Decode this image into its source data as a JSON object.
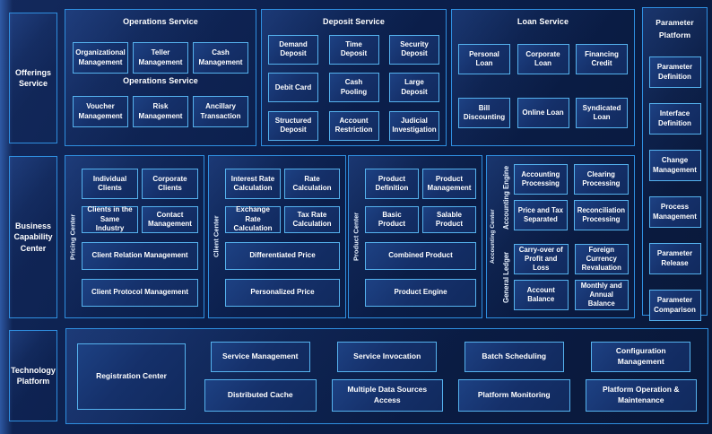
{
  "colors": {
    "background": "#0b1f4c",
    "panel_border": "#2f8fe0",
    "box_border": "#55b2ee",
    "box_fill": "#15306a",
    "text": "#ffffff"
  },
  "left_rail": {
    "offerings": "Offerings Service",
    "business": "Business Capability Center",
    "technology": "Technology Platform"
  },
  "operations": {
    "title": "Operations Service",
    "subtitle": "Operations Service",
    "row1": [
      "Organizational Management",
      "Teller Management",
      "Cash Management"
    ],
    "row2": [
      "Voucher Management",
      "Risk Management",
      "Ancillary Transaction"
    ]
  },
  "deposit": {
    "title": "Deposit Service",
    "rows": [
      [
        "Demand Deposit",
        "Time Deposit",
        "Security Deposit"
      ],
      [
        "Debit Card",
        "Cash Pooling",
        "Large Deposit"
      ],
      [
        "Structured Deposit",
        "Account Restriction",
        "Judicial Investigation"
      ]
    ]
  },
  "loan": {
    "title": "Loan Service",
    "rows": [
      [
        "Personal Loan",
        "Corporate Loan",
        "Financing Credit"
      ],
      [
        "Bill Discounting",
        "Online Loan",
        "Syndicated Loan"
      ]
    ]
  },
  "parameter_platform": {
    "title": "Parameter Platform",
    "items": [
      "Parameter Definition",
      "Interface Definition",
      "Change Management",
      "Process Management",
      "Parameter Release",
      "Parameter Comparison"
    ]
  },
  "pricing_center": {
    "label": "Pricing Center",
    "small": [
      "Individual Clients",
      "Corporate Clients",
      "Clients in the Same Industry",
      "Contact Management"
    ],
    "wide": [
      "Client Relation Management",
      "Client Protocol Management"
    ]
  },
  "client_center": {
    "label": "Client Center",
    "small": [
      "Interest Rate Calculation",
      "Rate Calculation",
      "Exchange Rate Calculation",
      "Tax Rate Calculation"
    ],
    "wide": [
      "Differentiated Price",
      "Personalized Price"
    ]
  },
  "product_center": {
    "label": "Product Center",
    "small": [
      "Product Definition",
      "Product Management",
      "Basic Product",
      "Salable Product"
    ],
    "wide": [
      "Combined Product",
      "Product Engine"
    ]
  },
  "accounting_center": {
    "label": "Accounting Center",
    "groups": [
      {
        "label": "Accounting Engine",
        "boxes": [
          "Accounting Processing",
          "Clearing Processing",
          "Price and Tax Separated",
          "Reconciliation Processing"
        ]
      },
      {
        "label": "General Ledger",
        "boxes": [
          "Carry-over of Profit and Loss",
          "Foreign Currency Revaluation",
          "Account Balance",
          "Monthly and Annual Balance"
        ]
      }
    ]
  },
  "technology_platform": {
    "registration": "Registration Center",
    "columns": [
      {
        "top": "Service Management",
        "bottom": "Distributed Cache"
      },
      {
        "top": "Service Invocation",
        "bottom": "Multiple Data Sources Access"
      },
      {
        "top": "Batch Scheduling",
        "bottom": "Platform Monitoring"
      },
      {
        "top": "Configuration Management",
        "bottom": "Platform Operation & Maintenance"
      }
    ]
  }
}
